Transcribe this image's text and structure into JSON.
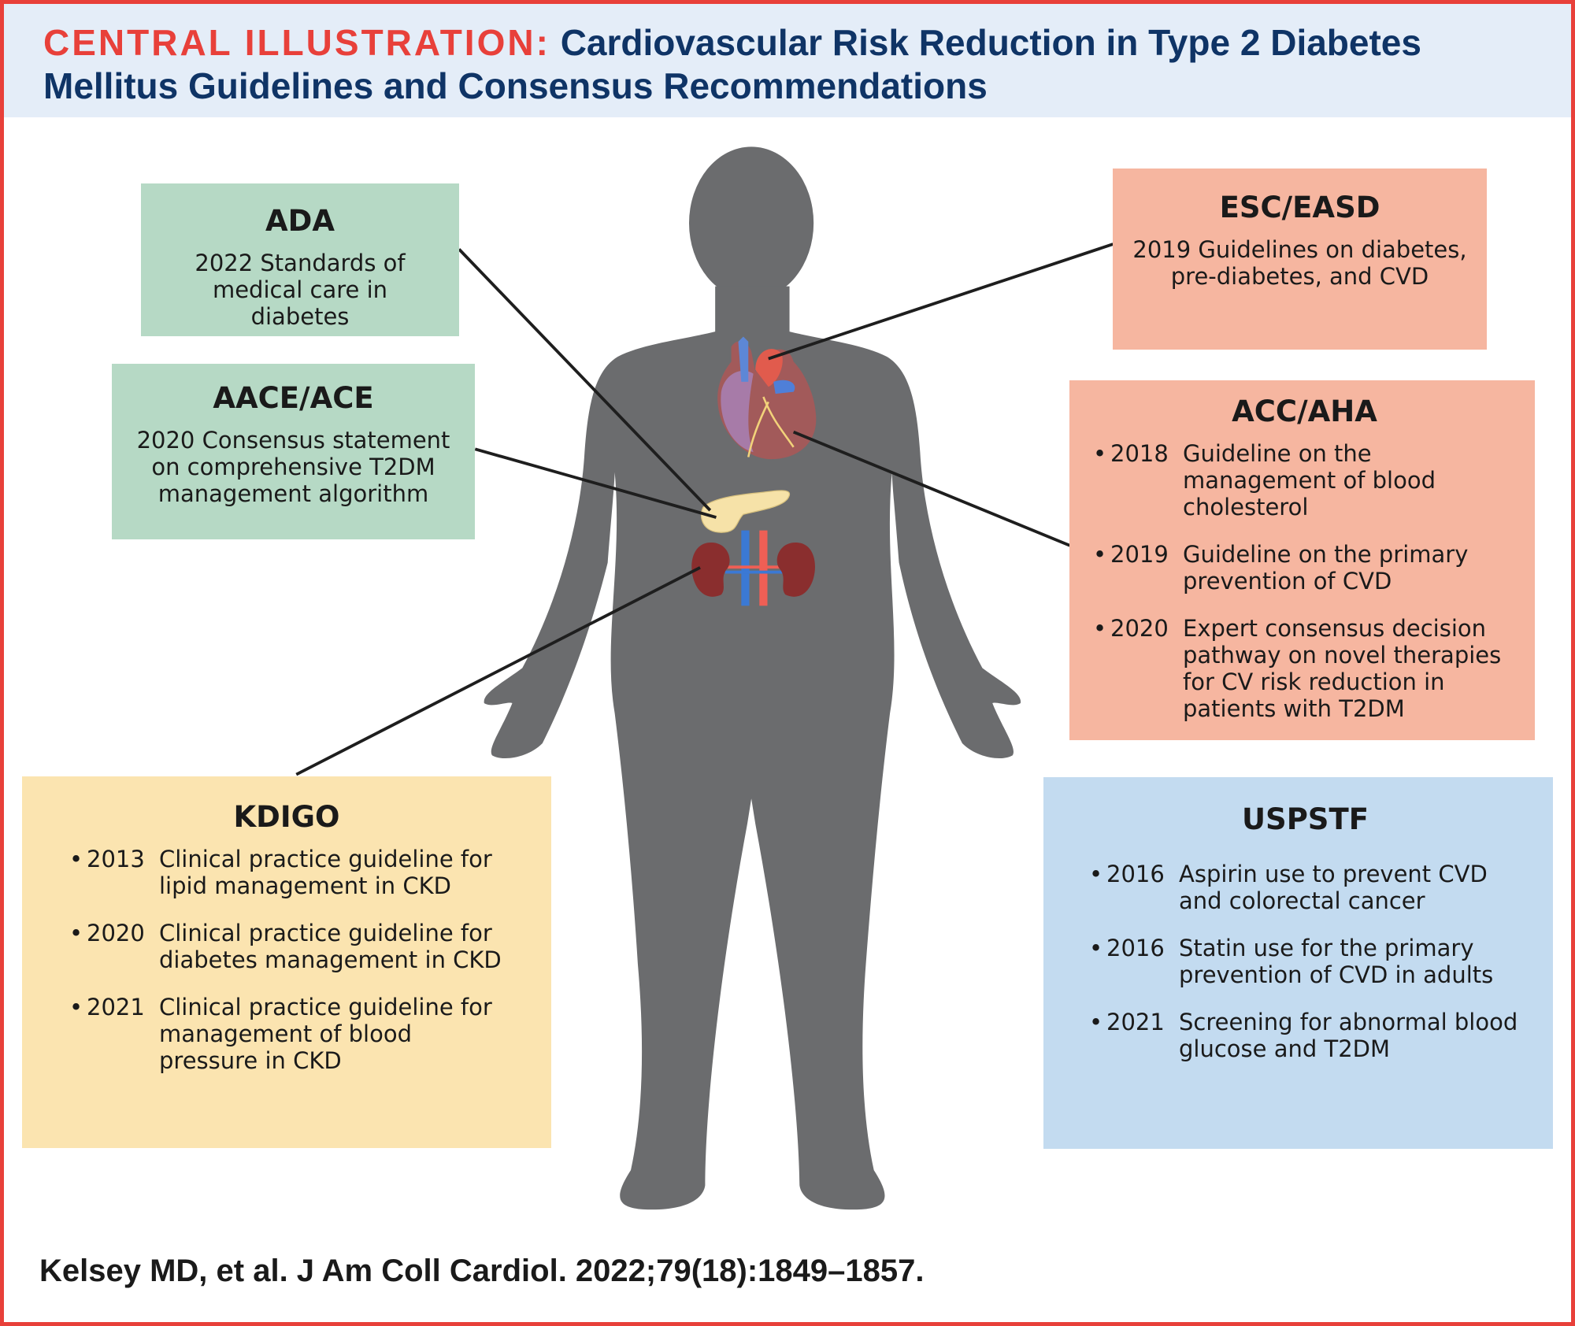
{
  "header": {
    "lead": "CENTRAL ILLUSTRATION:",
    "title": "Cardiovascular Risk Reduction in Type 2 Diabetes Mellitus Guidelines and Consensus Recommendations"
  },
  "colors": {
    "accent_red": "#e8403a",
    "navy": "#0f3466",
    "green": "#b6d9c5",
    "salmon": "#f6b6a0",
    "yellow": "#fbe4b0",
    "blue": "#c3dbf0",
    "silhouette": "#6b6c6e"
  },
  "boxes": {
    "ada": {
      "title": "ADA",
      "text": "2022 Standards of medical care in diabetes"
    },
    "aace": {
      "title": "AACE/ACE",
      "text": "2020 Consensus statement on comprehensive T2DM management algorithm"
    },
    "esc": {
      "title": "ESC/EASD",
      "text": "2019  Guidelines on diabetes, pre-diabetes, and CVD"
    },
    "acc": {
      "title": "ACC/AHA",
      "items": [
        {
          "year": "2018",
          "text": "Guideline on the management of blood cholesterol"
        },
        {
          "year": "2019",
          "text": "Guideline on the primary prevention of CVD"
        },
        {
          "year": "2020",
          "text": "Expert consensus decision pathway on novel therapies for CV risk reduction in patients with T2DM"
        }
      ]
    },
    "kdigo": {
      "title": "KDIGO",
      "items": [
        {
          "year": "2013",
          "text": "Clinical practice guideline for lipid management in CKD"
        },
        {
          "year": "2020",
          "text": "Clinical practice guideline for diabetes management in CKD"
        },
        {
          "year": "2021",
          "text": "Clinical practice guideline for management of blood pressure in CKD"
        }
      ]
    },
    "uspstf": {
      "title": "USPSTF",
      "items": [
        {
          "year": "2016",
          "text": "Aspirin use to prevent CVD and colorectal cancer"
        },
        {
          "year": "2016",
          "text": "Statin use for the primary prevention of CVD in adults"
        },
        {
          "year": "2021",
          "text": "Screening for abnormal blood glucose and T2DM"
        }
      ]
    }
  },
  "citation": "Kelsey MD, et al. J Am Coll Cardiol. 2022;79(18):1849–1857."
}
